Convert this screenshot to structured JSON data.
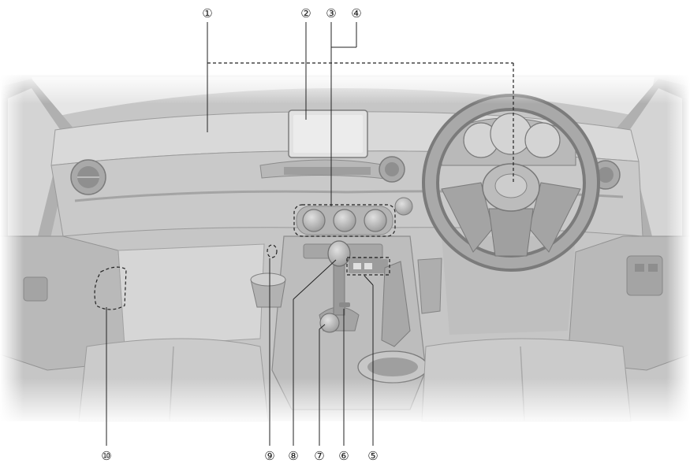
{
  "callouts": [
    {
      "id": "c1",
      "label": "①"
    },
    {
      "id": "c2",
      "label": "②"
    },
    {
      "id": "c3",
      "label": "③"
    },
    {
      "id": "c4",
      "label": "④"
    },
    {
      "id": "c5",
      "label": "⑤"
    },
    {
      "id": "c6",
      "label": "⑥"
    },
    {
      "id": "c7",
      "label": "⑦"
    },
    {
      "id": "c8",
      "label": "⑧"
    },
    {
      "id": "c9",
      "label": "⑨"
    },
    {
      "id": "c10",
      "label": "⑩"
    }
  ],
  "colors": {
    "background": "#ffffff",
    "interior_light": "#cfcfcf",
    "interior_mid": "#b4b4b4",
    "interior_dark": "#8e8e8e",
    "line": "#222222"
  },
  "illustration": "car-interior-dashboard"
}
